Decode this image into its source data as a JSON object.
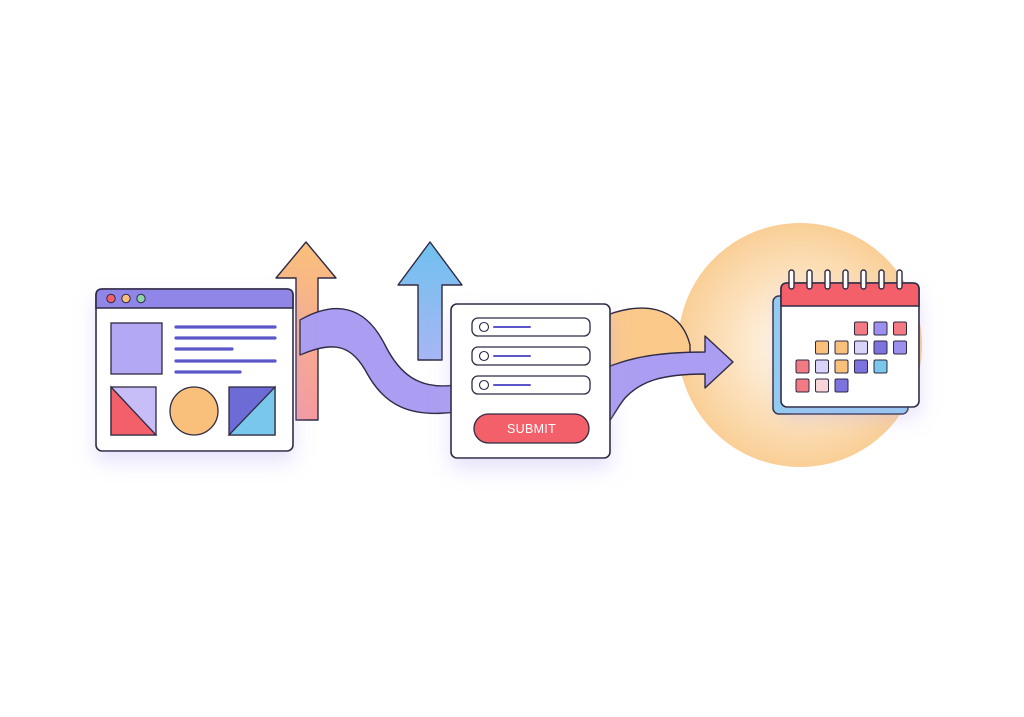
{
  "form": {
    "submit_label": "SUBMIT"
  },
  "colors": {
    "outline": "#2f2a44",
    "purple": "#a99bf0",
    "purple_light": "#c6bcf7",
    "purple_dark": "#6d6bd6",
    "orange": "#f9c07c",
    "orange_light": "#fbd29a",
    "coral": "#f4606a",
    "blue": "#79c8ec",
    "blue_light": "#9fd6f1",
    "window_bar": "#8f86e8"
  },
  "calendar": {
    "cells": [
      {
        "row": 0,
        "col": 3,
        "color": "#f27a82"
      },
      {
        "row": 0,
        "col": 4,
        "color": "#9b90ee"
      },
      {
        "row": 0,
        "col": 5,
        "color": "#f27a82"
      },
      {
        "row": 1,
        "col": 1,
        "color": "#f9c07c"
      },
      {
        "row": 1,
        "col": 2,
        "color": "#f9c07c"
      },
      {
        "row": 1,
        "col": 3,
        "color": "#d9d3f7"
      },
      {
        "row": 1,
        "col": 4,
        "color": "#7c73de"
      },
      {
        "row": 1,
        "col": 5,
        "color": "#9b90ee"
      },
      {
        "row": 2,
        "col": 0,
        "color": "#f27a82"
      },
      {
        "row": 2,
        "col": 1,
        "color": "#d9d3f7"
      },
      {
        "row": 2,
        "col": 2,
        "color": "#f9c07c"
      },
      {
        "row": 2,
        "col": 3,
        "color": "#7c73de"
      },
      {
        "row": 2,
        "col": 4,
        "color": "#79c8ec"
      },
      {
        "row": 3,
        "col": 0,
        "color": "#f27a82"
      },
      {
        "row": 3,
        "col": 1,
        "color": "#f6d4d7"
      },
      {
        "row": 3,
        "col": 2,
        "color": "#7c73de"
      }
    ]
  }
}
